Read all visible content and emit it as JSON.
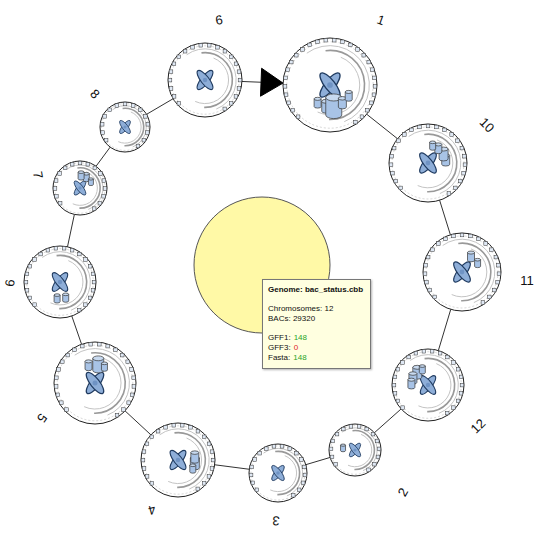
{
  "diagram": {
    "nodes": [
      {
        "text": [
          "1"
        ]
      },
      {
        "text": [
          "10"
        ]
      },
      {
        "text": [
          "11"
        ]
      },
      {
        "text": [
          "12"
        ]
      },
      {
        "text": [
          "2"
        ]
      },
      {
        "text": [
          "3"
        ]
      },
      {
        "text": [
          "4"
        ]
      },
      {
        "text": [
          "5"
        ]
      },
      {
        "text": [
          "9"
        ]
      },
      {
        "text": [
          "7"
        ]
      },
      {
        "text": [
          "8"
        ]
      },
      {
        "text": [
          "6"
        ]
      },
      {
        "text": [
          "Genome: bac_status.cbb",
          "Chromosomes: 12",
          "BACs: 29320",
          "GFF1:",
          "148",
          "GFF3:",
          "0",
          "Fasta:",
          "148"
        ]
      }
    ],
    "edges": [
      {
        "from": 0,
        "to": 1,
        "arrow": "none"
      },
      {
        "from": 1,
        "to": 2,
        "arrow": "none"
      },
      {
        "from": 2,
        "to": 3,
        "arrow": "none"
      },
      {
        "from": 3,
        "to": 4,
        "arrow": "none"
      },
      {
        "from": 4,
        "to": 5,
        "arrow": "none"
      },
      {
        "from": 5,
        "to": 6,
        "arrow": "none"
      },
      {
        "from": 6,
        "to": 7,
        "arrow": "none"
      },
      {
        "from": 7,
        "to": 8,
        "arrow": "none"
      },
      {
        "from": 8,
        "to": 9,
        "arrow": "none"
      },
      {
        "from": 9,
        "to": 10,
        "arrow": "none"
      },
      {
        "from": 10,
        "to": 11,
        "arrow": "none"
      },
      {
        "from": 11,
        "to": 0,
        "arrow": "to"
      }
    ]
  }
}
